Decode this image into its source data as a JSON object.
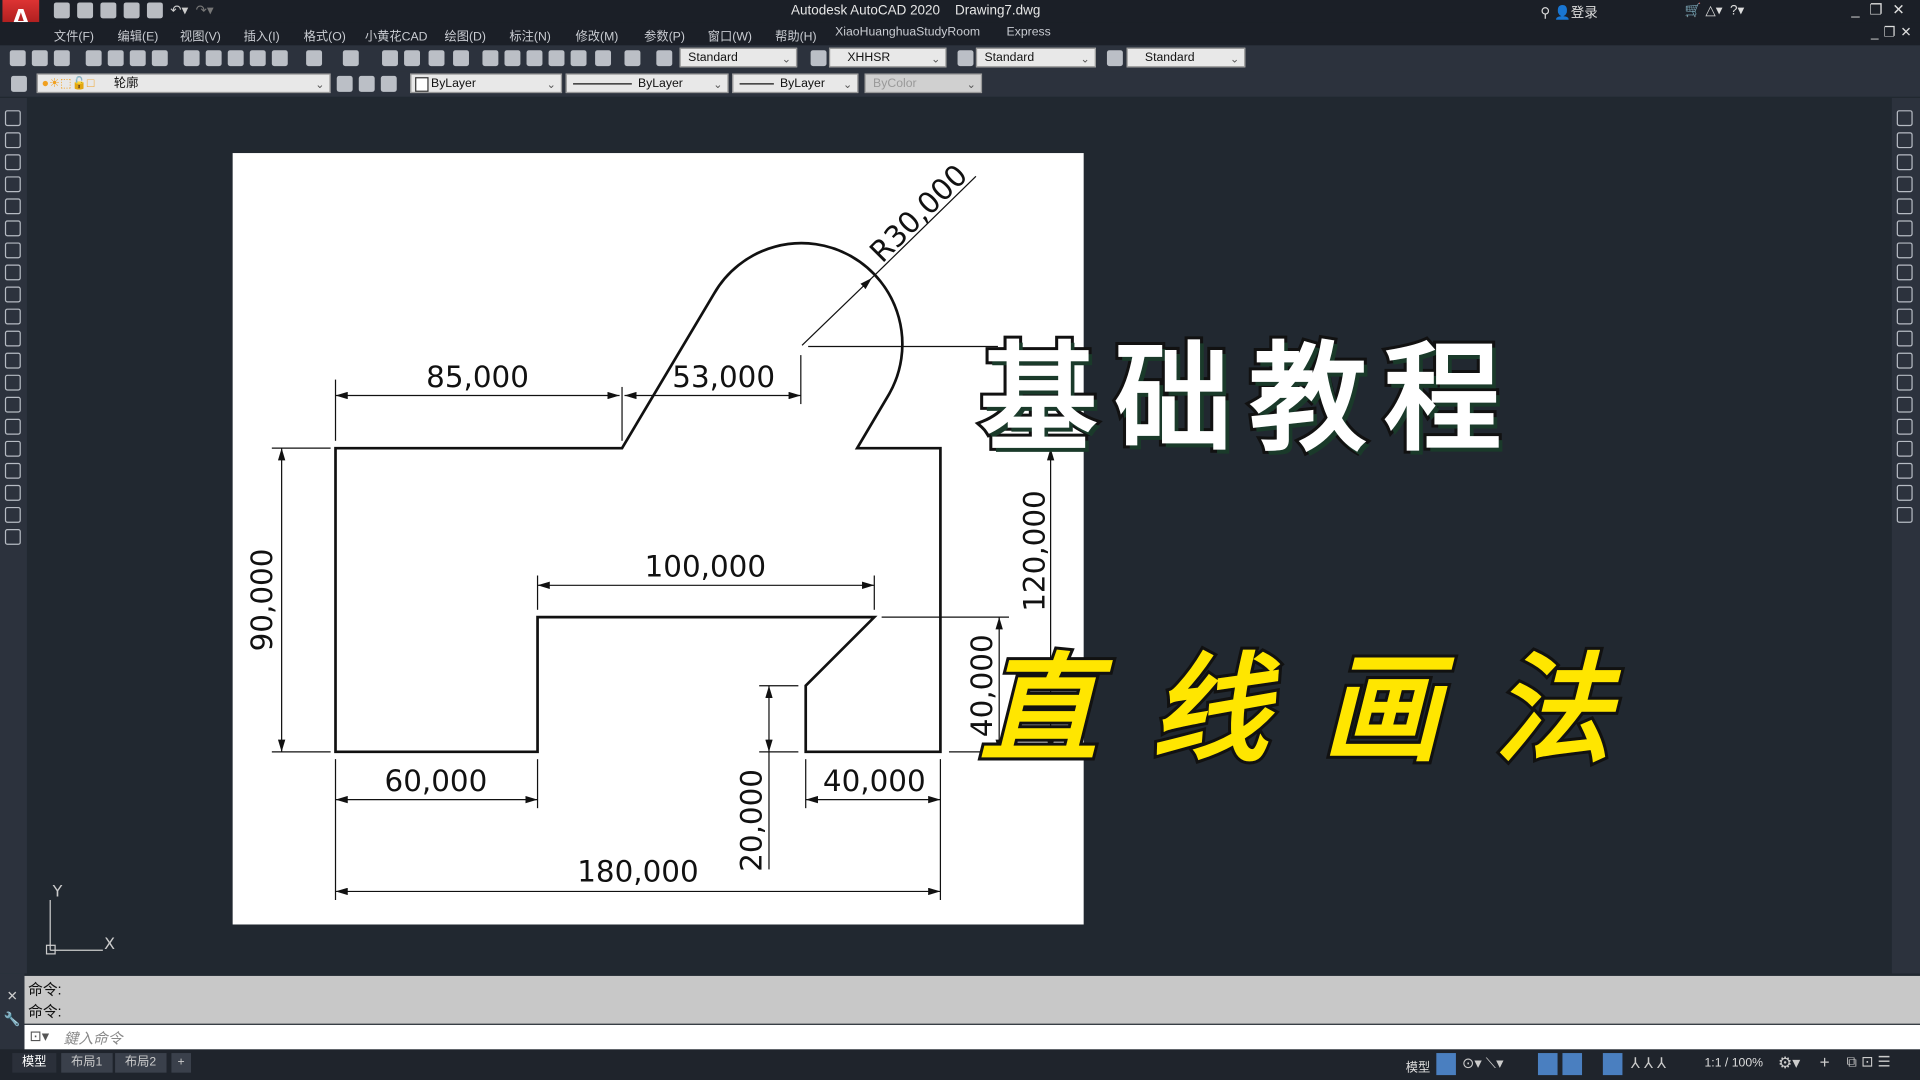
{
  "window": {
    "title": "Autodesk AutoCAD 2020",
    "file": "Drawing7.dwg",
    "login": "登录",
    "app_logo": "A"
  },
  "menu": [
    "文件(F)",
    "编辑(E)",
    "视图(V)",
    "插入(I)",
    "格式(O)",
    "小黄花CAD",
    "绘图(D)",
    "标注(N)",
    "修改(M)",
    "参数(P)",
    "窗口(W)",
    "帮助(H)",
    "XiaoHuanghuaStudyRoom",
    "Express"
  ],
  "toolbar1": {
    "text_style": "Standard",
    "dim_style": "XHHSR",
    "table_style": "Standard",
    "mleader_style": "Standard"
  },
  "toolbar2": {
    "layer": "轮廓",
    "color": "ByLayer",
    "linetype": "ByLayer",
    "lineweight": "ByLayer",
    "plotstyle": "ByColor"
  },
  "drawing": {
    "dims": {
      "d85": "85,000",
      "d53": "53,000",
      "r30": "R30,000",
      "d90": "90,000",
      "d100": "100,000",
      "d120": "120,000",
      "d40v": "40,000",
      "d60": "60,000",
      "d40h": "40,000",
      "d180": "180,000",
      "d20": "20,000"
    },
    "ucs_x": "X",
    "ucs_y": "Y"
  },
  "overlay": {
    "line1": "基础教程",
    "line2": "直线画法",
    "colors": {
      "line1": "#ffffff",
      "line2": "#ffe600"
    }
  },
  "command": {
    "history": [
      "命令:",
      "命令:"
    ],
    "placeholder": "鍵入命令"
  },
  "layout_tabs": [
    "模型",
    "布局1",
    "布局2",
    "+"
  ],
  "status": {
    "model": "模型",
    "scale": "1:1 / 100%"
  }
}
